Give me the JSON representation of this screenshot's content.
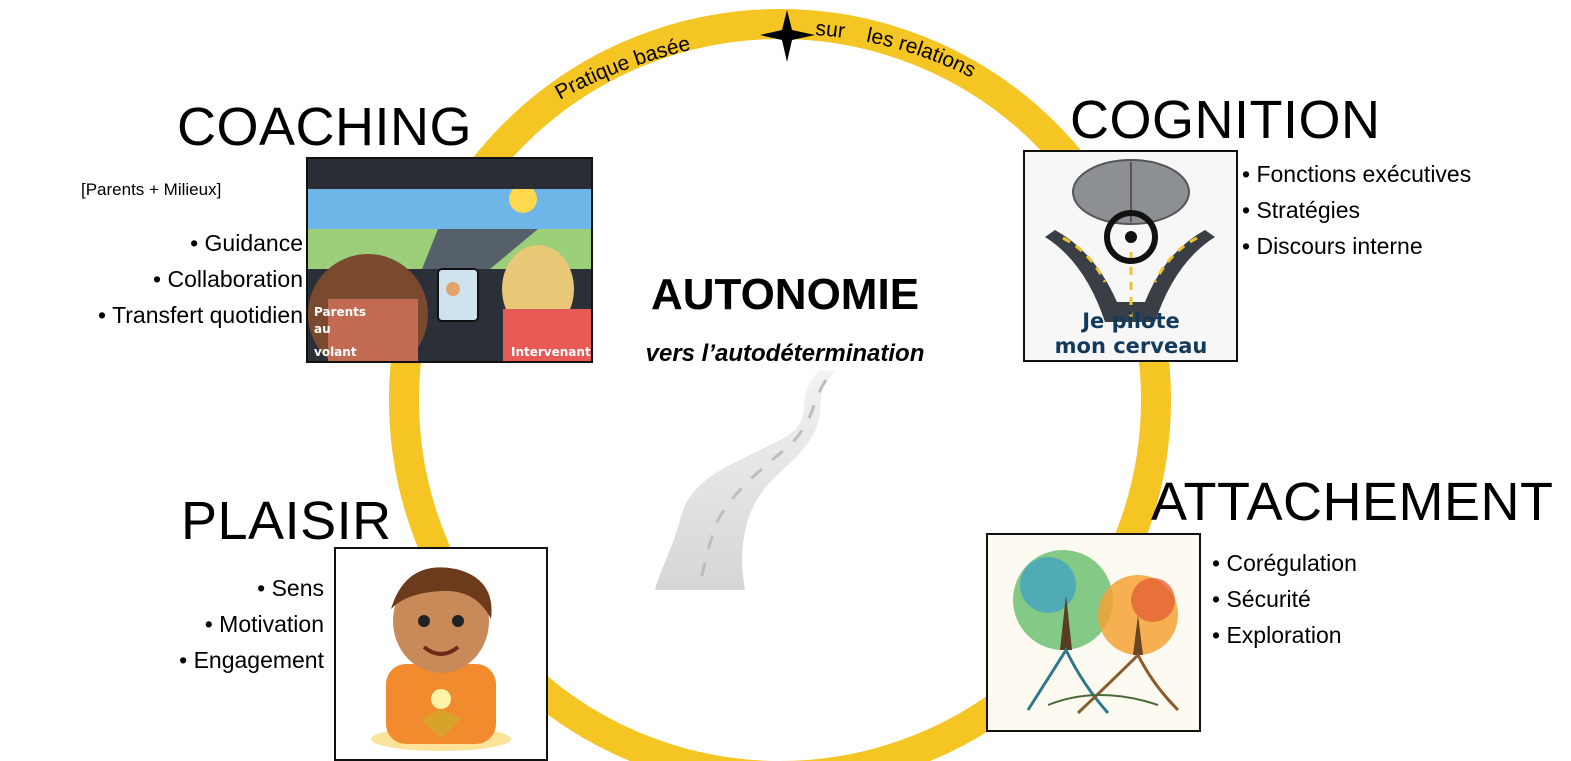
{
  "ring": {
    "color": "#F5C523",
    "left_text": "Pratique basée",
    "right_text_1": "sur",
    "right_text_2": "les relations",
    "star_icon": "four-point-star-icon"
  },
  "center": {
    "title": "AUTONOMIE",
    "subtitle": "vers l’autodétermination",
    "road_icon": "winding-road-icon"
  },
  "coaching": {
    "title": "COACHING",
    "tag": "[Parents + Milieux]",
    "items": [
      "Guidance",
      "Collaboration",
      "Transfert quotidien"
    ],
    "image_labels": {
      "left_1": "Parents",
      "left_2": "au",
      "left_3": "volant",
      "right": "Intervenant"
    }
  },
  "cognition": {
    "title": "COGNITION",
    "items": [
      "Fonctions exécutives",
      "Stratégies",
      "Discours interne"
    ],
    "image_labels": {
      "line1": "Je pilote",
      "line2": "mon cerveau"
    }
  },
  "plaisir": {
    "title": "PLAISIR",
    "items": [
      "Sens",
      "Motivation",
      "Engagement"
    ]
  },
  "attachement": {
    "title": "ATTACHEMENT",
    "items": [
      "Corégulation",
      "Sécurité",
      "Exploration"
    ]
  }
}
